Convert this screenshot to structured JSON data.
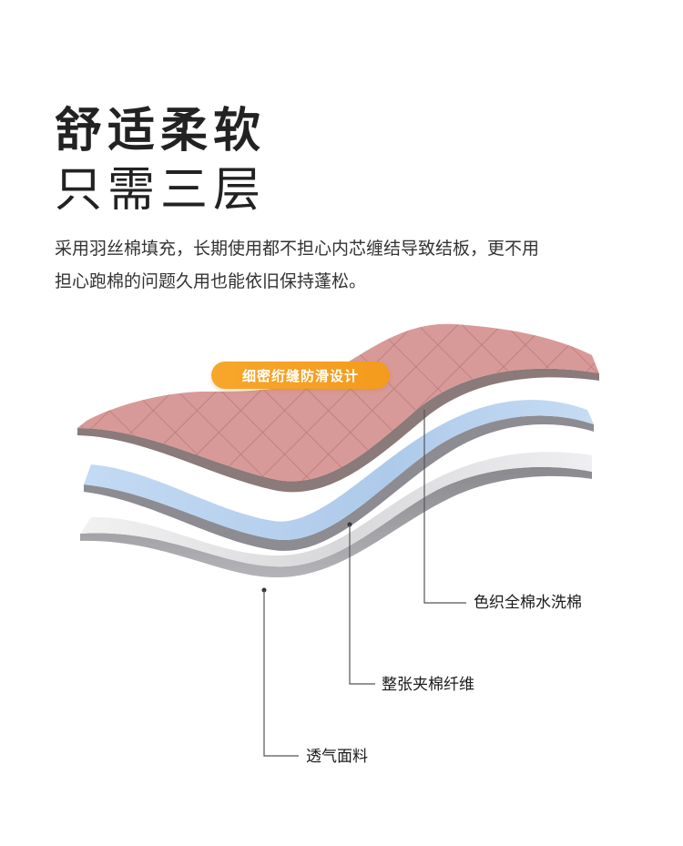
{
  "heading": {
    "line1": "舒适柔软",
    "line2": "只需三层"
  },
  "description": {
    "line1": "采用羽丝棉填充，长期使用都不担心内芯缠结导致结板，更不用",
    "line2": "担心跑棉的问题久用也能依旧保持蓬松。"
  },
  "badge": {
    "label": "细密绗缝防滑设计"
  },
  "callouts": {
    "top_layer": "色织全棉水洗棉",
    "middle_layer": "整张夹棉纤维",
    "bottom_layer": "透气面料"
  },
  "colors": {
    "top_layer": "#d89a98",
    "middle_layer": "#b9d2ee",
    "bottom_layer": "#e6e6e8",
    "badge": "#f5a128"
  }
}
